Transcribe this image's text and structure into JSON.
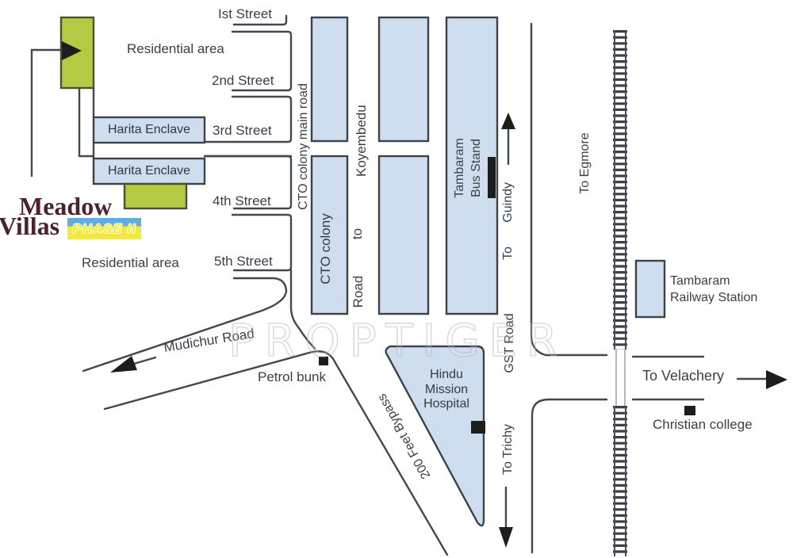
{
  "watermark": "PROPTIGER",
  "logo": {
    "line1": "Meadow",
    "line2": "Villas",
    "badge": "PHASE II"
  },
  "streets": {
    "first": "Ist Street",
    "second": "2nd Street",
    "third": "3rd Street",
    "fourth": "4th Street",
    "fifth": "5th Street"
  },
  "areas": {
    "residential_top": "Residential area",
    "residential_bottom": "Residential area",
    "harita_1": "Harita Enclave",
    "harita_2": "Harita Enclave",
    "cto_colony_block": "CTO colony"
  },
  "roads": {
    "cto_main": "CTO colony main road",
    "koyembedu": {
      "full": "Road to Koyembedu",
      "parts": [
        "Road",
        "to",
        "Koyembedu"
      ]
    },
    "gst": "GST Road",
    "mudichur": "Mudichur Road",
    "bypass": "200 Feet Bypass"
  },
  "directions": {
    "guindy": "To Guindy",
    "egmore": "To Egmore",
    "velachery": "To Velachery",
    "trichy": "To Trichy"
  },
  "landmarks": {
    "bus_stand": {
      "line1": "Tambaram",
      "line2": "Bus Stand"
    },
    "railway_station": {
      "line1": "Tambaram",
      "line2": "Railway Station"
    },
    "hospital": {
      "line1": "Hindu",
      "line2": "Mission",
      "line3": "Hospital"
    },
    "petrol": "Petrol bunk",
    "christian": "Christian college"
  },
  "colors": {
    "block_fill": "#cfdeee",
    "block_border": "#3c4249",
    "green_fill": "#b4ca42",
    "road_line": "#43474e",
    "marker_black": "#1d1d1d",
    "logo_maroon": "#4b2330",
    "badge_blue": "#5fade4",
    "badge_yellow": "#f2e93f",
    "label_text": "#3b4047"
  }
}
